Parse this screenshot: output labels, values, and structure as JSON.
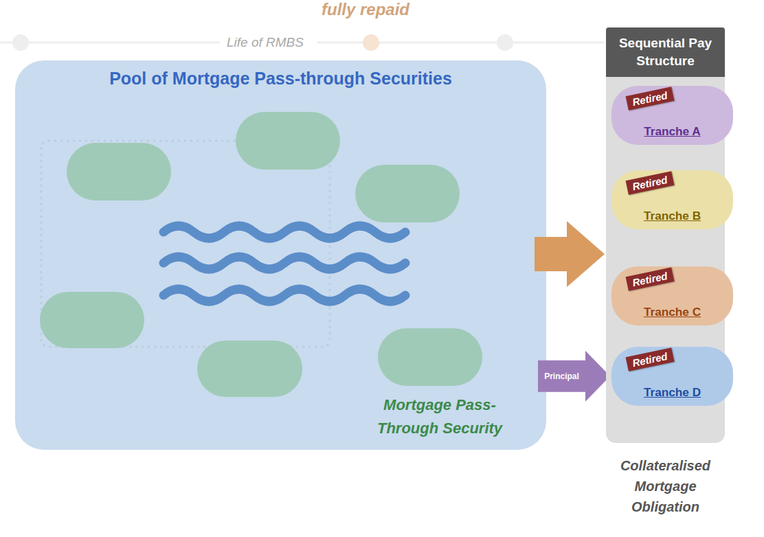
{
  "diagram": {
    "nodes": [
      {
        "text": [
          "Pool of Mortgage Pass-through Securities"
        ]
      },
      {
        "text": [
          "Sequential Pay Structure",
          "Collateralised Mortgage Obligation"
        ]
      },
      {
        "text": [
          "Tranche A",
          "Retired"
        ],
        "in": 1
      },
      {
        "text": [
          "Tranche B",
          "Retired"
        ],
        "in": 1
      },
      {
        "text": [
          "Tranche C",
          "Retired"
        ],
        "in": 1
      },
      {
        "text": [
          "Tranche D",
          "Retired"
        ],
        "in": 1
      }
    ],
    "edges": [
      {
        "from": 0,
        "to": 1,
        "arrow": "to"
      },
      {
        "from": 0,
        "to": 5,
        "label": "Principal",
        "arrow": "to"
      }
    ],
    "labels": [
      "fully repaid",
      "Life of RMBS",
      "Mortgage Pass-Through Security"
    ]
  }
}
